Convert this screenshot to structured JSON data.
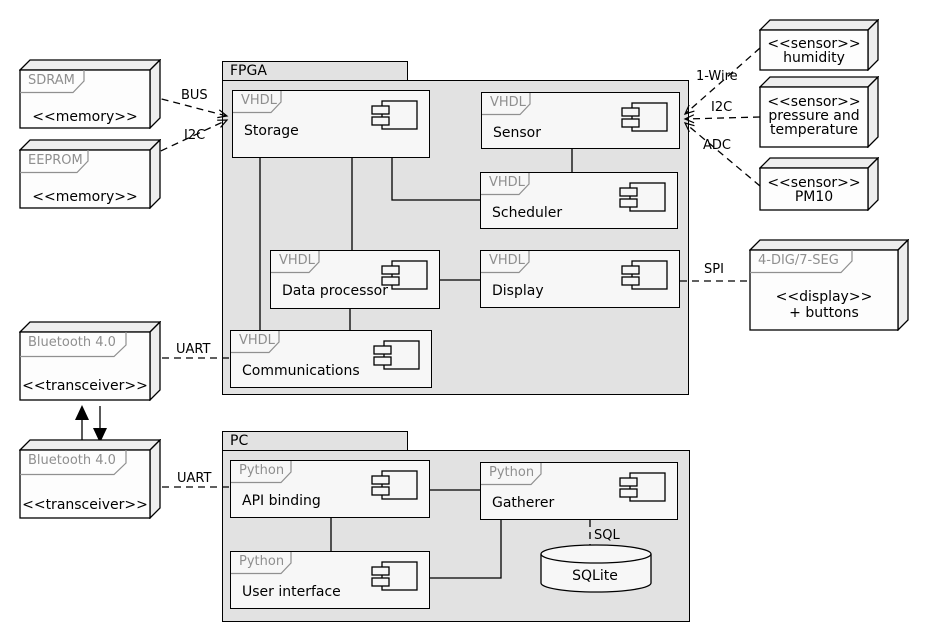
{
  "fpga": {
    "title": "FPGA"
  },
  "pc": {
    "title": "PC"
  },
  "components": {
    "storage": {
      "tag": "VHDL",
      "name": "Storage"
    },
    "sensor": {
      "tag": "VHDL",
      "name": "Sensor"
    },
    "scheduler": {
      "tag": "VHDL",
      "name": "Scheduler"
    },
    "data_processor": {
      "tag": "VHDL",
      "name": "Data processor"
    },
    "display": {
      "tag": "VHDL",
      "name": "Display"
    },
    "communications": {
      "tag": "VHDL",
      "name": "Communications"
    },
    "api_binding": {
      "tag": "Python",
      "name": "API binding"
    },
    "gatherer": {
      "tag": "Python",
      "name": "Gatherer"
    },
    "user_interface": {
      "tag": "Python",
      "name": "User interface"
    }
  },
  "nodes": {
    "sdram": {
      "tag": "SDRAM",
      "line1": "<<memory>>"
    },
    "eeprom": {
      "tag": "EEPROM",
      "line1": "<<memory>>"
    },
    "bt_top": {
      "tag": "Bluetooth 4.0",
      "line1": "<<transceiver>>"
    },
    "bt_bottom": {
      "tag": "Bluetooth 4.0",
      "line1": "<<transceiver>>"
    },
    "humidity": {
      "line1": "<<sensor>>",
      "line2": "humidity"
    },
    "pressure": {
      "line1": "<<sensor>>",
      "line2": "pressure and",
      "line3": "temperature"
    },
    "pm10": {
      "line1": "<<sensor>>",
      "line2": "PM10"
    },
    "seg_display": {
      "tag": "4-DIG/7-SEG",
      "line1": "<<display>>",
      "line2": "+ buttons"
    }
  },
  "database": {
    "name": "SQLite"
  },
  "link_labels": {
    "bus": "BUS",
    "i2c_left": "I2C",
    "wire1": "1-Wire",
    "i2c_right": "I2C",
    "adc": "ADC",
    "spi": "SPI",
    "uart_top": "UART",
    "uart_bottom": "UART",
    "sql": "SQL"
  },
  "colors": {
    "container_fill": "#e2e2e2",
    "component_fill": "#f7f7f7",
    "node_front_fill": "#fdfdfd",
    "node_side_fill": "#eeeeee",
    "tag_text": "#8f8f8f",
    "line": "#000000"
  }
}
